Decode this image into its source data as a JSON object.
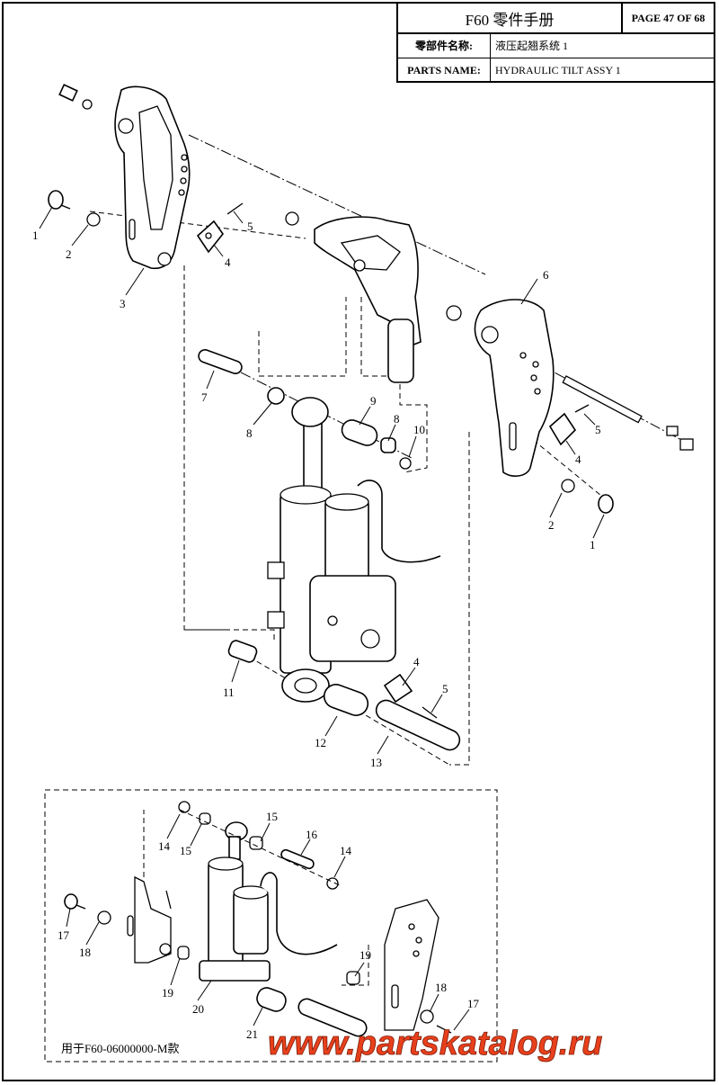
{
  "header": {
    "title": "F60 零件手册",
    "page": "PAGE 47 OF 68",
    "part_name_label_cn": "零部件名称:",
    "part_name_cn": "液压起翘系统 1",
    "part_name_label_en": "PARTS NAME:",
    "part_name_en": "HYDRAULIC TILT ASSY 1"
  },
  "callouts": {
    "c1a": "1",
    "c2a": "2",
    "c3": "3",
    "c4a": "4",
    "c5a": "5",
    "c6": "6",
    "c5b": "5",
    "c4b": "4",
    "c2b": "2",
    "c1b": "1",
    "c7": "7",
    "c8a": "8",
    "c9": "9",
    "c8b": "8",
    "c10": "10",
    "c4c": "4",
    "c5c": "5",
    "c11": "11",
    "c12": "12",
    "c13": "13",
    "c14a": "14",
    "c15a": "15",
    "c15b": "15",
    "c16": "16",
    "c14b": "14",
    "c17a": "17",
    "c18a": "18",
    "c19a": "19",
    "c20": "20",
    "c21": "21",
    "c19b": "19",
    "c18b": "18",
    "c17b": "17"
  },
  "inset_note": "用于F60-06000000-M款",
  "watermark": "www.partskatalog.ru"
}
